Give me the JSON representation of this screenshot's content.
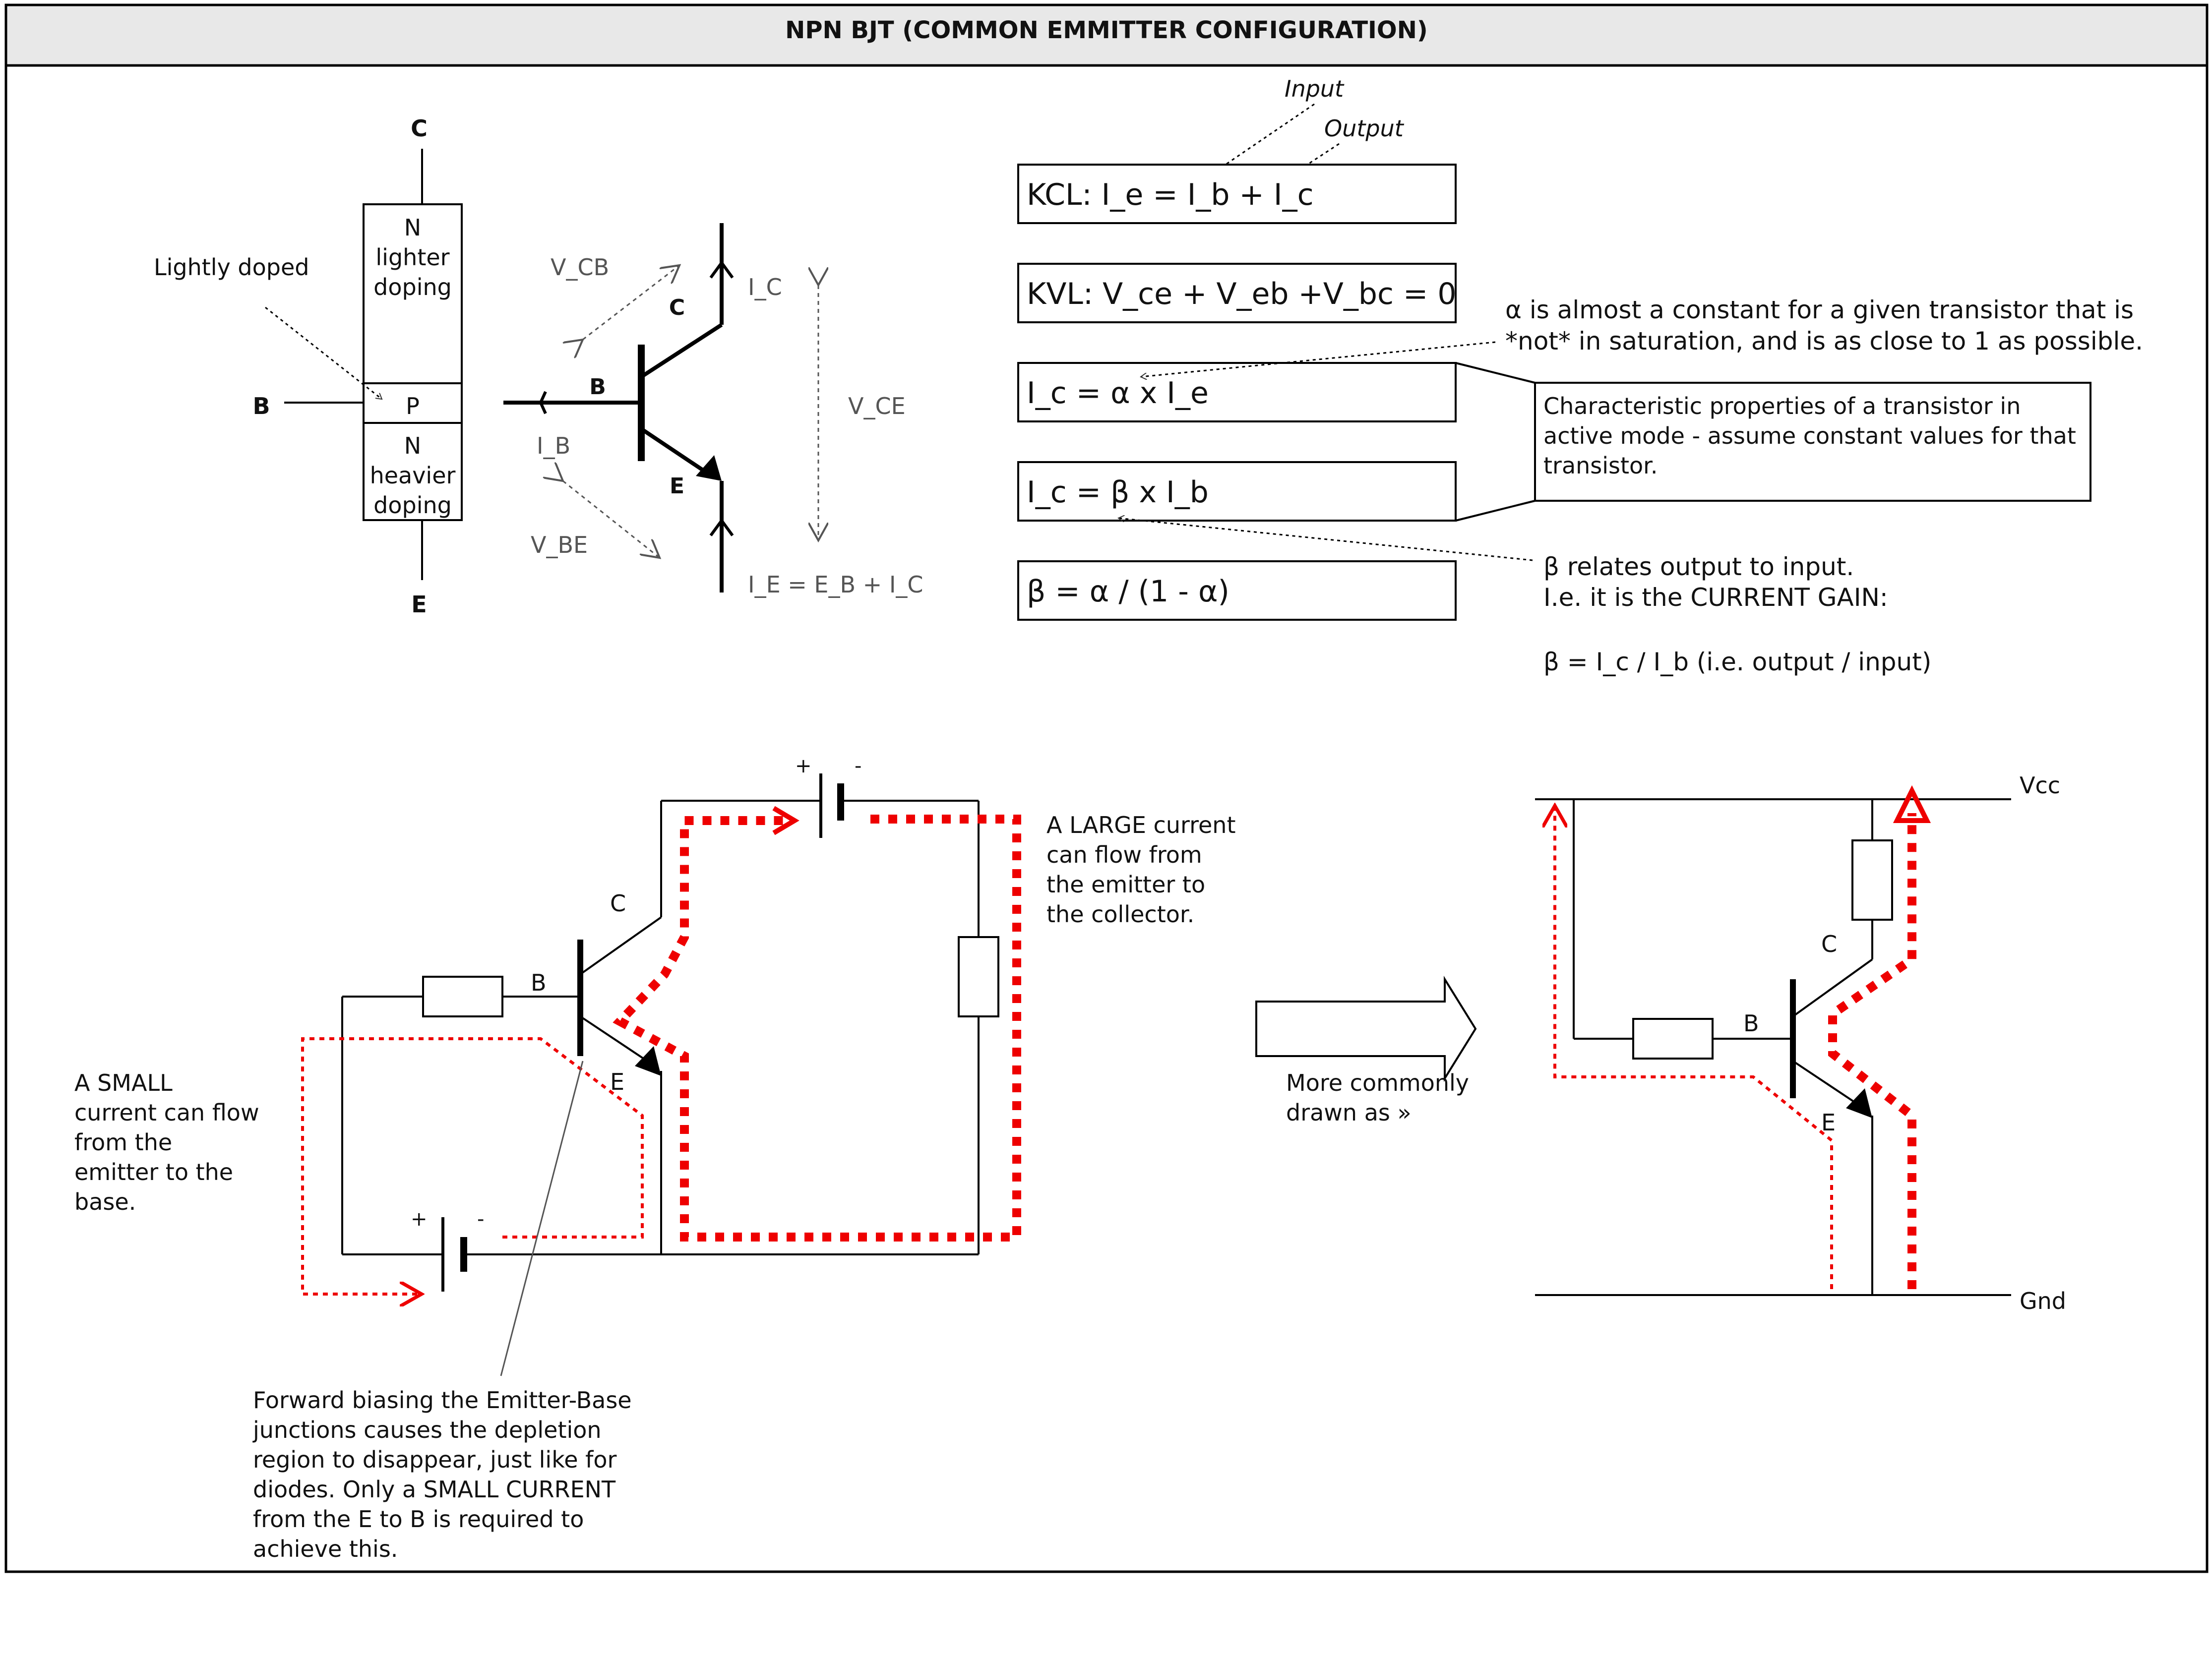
{
  "title": "NPN BJT (COMMON EMMITTER CONFIGURATION)",
  "structure": {
    "collector_label": "C",
    "base_label": "B",
    "emitter_label": "E",
    "collector_region": [
      "N",
      "lighter",
      "doping"
    ],
    "base_region": "P",
    "emitter_region": [
      "N",
      "heavier",
      "doping"
    ],
    "lightly_doped_note": "Lightly doped"
  },
  "symbol": {
    "c_label": "C",
    "b_label": "B",
    "e_label": "E",
    "v_cb": "V_CB",
    "v_be": "V_BE",
    "v_ce": "V_CE",
    "i_b": "I_B",
    "i_c": "I_C",
    "i_e": "I_E = E_B + I_C"
  },
  "equations": {
    "input_label": "Input",
    "output_label": "Output",
    "kcl": "KCL: I_e = I_b + I_c",
    "kvl": "KVL: V_ce + V_eb +V_bc = 0",
    "ic_alpha": "I_c =  α x I_e",
    "ic_beta": "I_c = β x I_b",
    "beta_alpha": "β = α / (1 - α)",
    "alpha_note": [
      "α is almost a constant for a given transistor that is",
      "*not* in saturation, and is as close to 1 as possible."
    ],
    "char_note": [
      "Characteristic properties of a transistor in",
      "active mode - assume constant values for that",
      "transistor."
    ],
    "beta_note": [
      "β relates output to input.",
      "I.e. it is the CURRENT GAIN:",
      "",
      "β = I_c / I_b (i.e. output / input)"
    ]
  },
  "circuit_left": {
    "battery_top_plus": "+",
    "battery_top_minus": "-",
    "battery_bottom_plus": "+",
    "battery_bottom_minus": "-",
    "c_label": "C",
    "b_label": "B",
    "e_label": "E",
    "large_current_note": [
      "A LARGE current",
      "can flow from",
      "the emitter to",
      "the collector."
    ],
    "small_current_note": [
      "A SMALL",
      "current can flow",
      "from the",
      "emitter to the",
      "base."
    ],
    "forward_bias_note": [
      "Forward biasing the Emitter-Base",
      "junctions causes the depletion",
      "region to disappear, just like for",
      "diodes. Only a SMALL CURRENT",
      "from the E to B is required to",
      "achieve this."
    ]
  },
  "arrow_note": [
    "More commonly",
    "drawn as »"
  ],
  "circuit_right": {
    "vcc": "Vcc",
    "gnd": "Gnd",
    "c_label": "C",
    "b_label": "B",
    "e_label": "E"
  }
}
